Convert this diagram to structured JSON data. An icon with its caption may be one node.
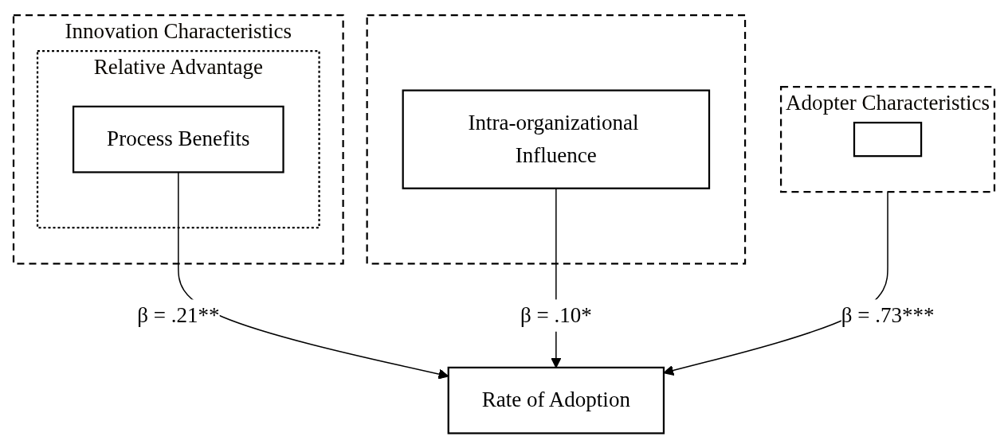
{
  "diagram": {
    "nodes": [
      {
        "text": [
          "Innovation Characteristics"
        ]
      },
      {
        "text": [
          "Relative Advantage"
        ],
        "in": 0
      },
      {
        "text": [
          "Process Benefits"
        ],
        "in": 1
      },
      {
        "text": [
          "Adopter Characteristics"
        ]
      },
      {
        "text": [],
        "shape": "box",
        "in": 3
      },
      {
        "text": [],
        "shape": "box"
      },
      {
        "text": [
          "Intra-organizational Influence"
        ],
        "in": 5
      },
      {
        "text": [
          "Rate of Adoption"
        ]
      }
    ],
    "edges": [
      {
        "from": 2,
        "to": 7,
        "arrow": "to",
        "label": "β = .21**"
      },
      {
        "from": 3,
        "to": 7,
        "arrow": "to",
        "label": "β = .73***"
      },
      {
        "from": 6,
        "to": 7,
        "arrow": "to",
        "label": "β = .10*"
      }
    ]
  }
}
